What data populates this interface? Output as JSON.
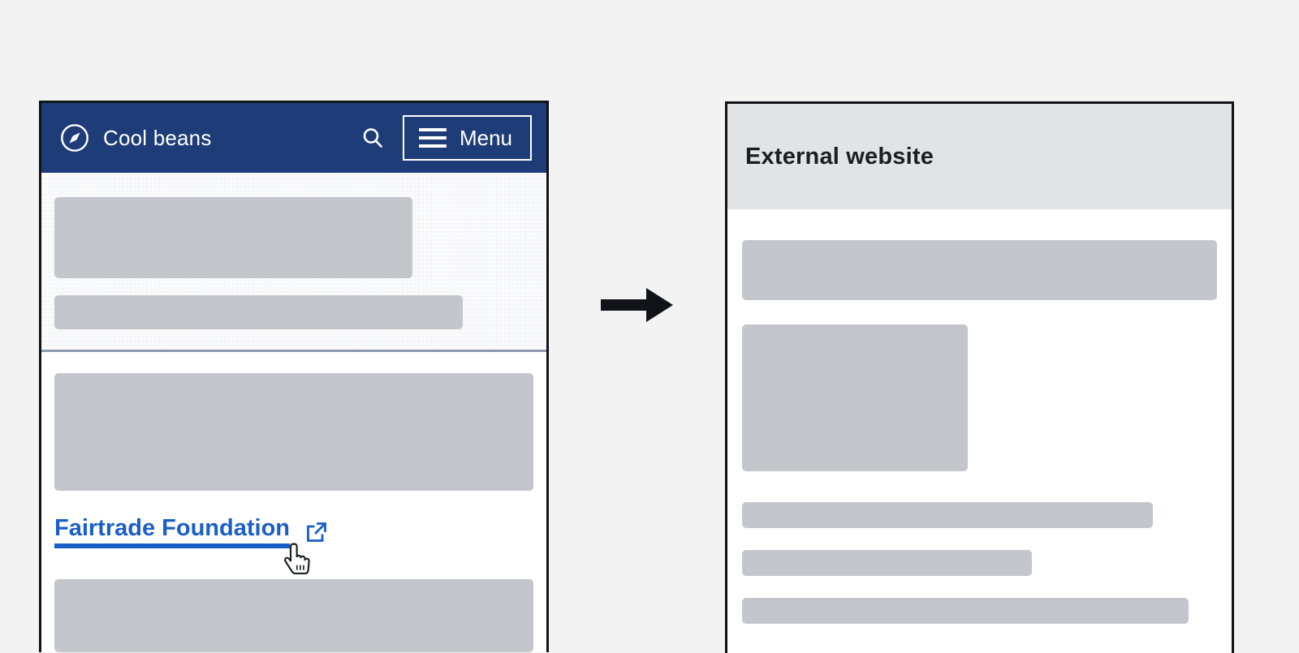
{
  "page": {
    "background_color": "#f3f3f3",
    "flow_arrow_icon": "arrow-right-icon",
    "flow_arrow_color": "#111318"
  },
  "source_site": {
    "panel_border_color": "#111318",
    "header": {
      "background_color": "#1d3c78",
      "logo_icon": "compass-icon",
      "brand_name": "Cool beans",
      "search_icon": "search-icon",
      "menu_button": {
        "icon": "hamburger-icon",
        "label": "Menu"
      }
    },
    "upper_band": {
      "divider_color": "#8e9bb0",
      "placeholders": [
        {
          "width_pct": 75,
          "height": 100
        },
        {
          "width_pct": 87,
          "height": 42
        }
      ]
    },
    "lower_band": {
      "placeholders_above_link": [
        {
          "width_pct": 100,
          "height": 145
        }
      ],
      "external_link": {
        "label": "Fairtrade Foundation",
        "color": "#1a5fc8",
        "underline": true,
        "trailing_icon": "external-link-icon"
      },
      "placeholders_below_link": [
        {
          "width_pct": 100,
          "height": 90
        }
      ],
      "cursor": "pointer-hand-cursor"
    }
  },
  "external_site": {
    "panel_border_color": "#111318",
    "header": {
      "background_color": "#e2e3e5",
      "title": "External website"
    },
    "body": {
      "placeholder_color": "#c3c7cc",
      "placeholders": [
        {
          "name": "hero-bar",
          "width_pct": 100,
          "height": 74
        },
        {
          "name": "image-block",
          "width_pct": 48,
          "height": 180
        },
        {
          "name": "text-bar-1",
          "width_pct": 87,
          "height": 32
        },
        {
          "name": "text-bar-2",
          "width_pct": 61,
          "height": 32
        },
        {
          "name": "text-bar-3",
          "width_pct": 94,
          "height": 32
        }
      ]
    }
  }
}
